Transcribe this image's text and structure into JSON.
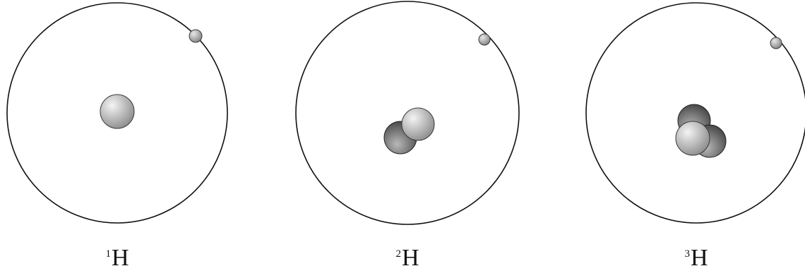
{
  "isotopes": [
    {
      "mass_number": "1",
      "symbol": "H",
      "protons": 1,
      "neutrons": 0,
      "electrons": 1
    },
    {
      "mass_number": "2",
      "symbol": "H",
      "protons": 1,
      "neutrons": 1,
      "electrons": 1
    },
    {
      "mass_number": "3",
      "symbol": "H",
      "protons": 1,
      "neutrons": 2,
      "electrons": 1
    }
  ],
  "colors": {
    "orbit_stroke": "#111111",
    "proton_light": "#f4f4f4",
    "proton_dark": "#8a8a8a",
    "neutron_light": "#b8b8b8",
    "neutron_dark": "#3a3a3a",
    "electron_light": "#e8e8e8",
    "electron_dark": "#808080"
  }
}
